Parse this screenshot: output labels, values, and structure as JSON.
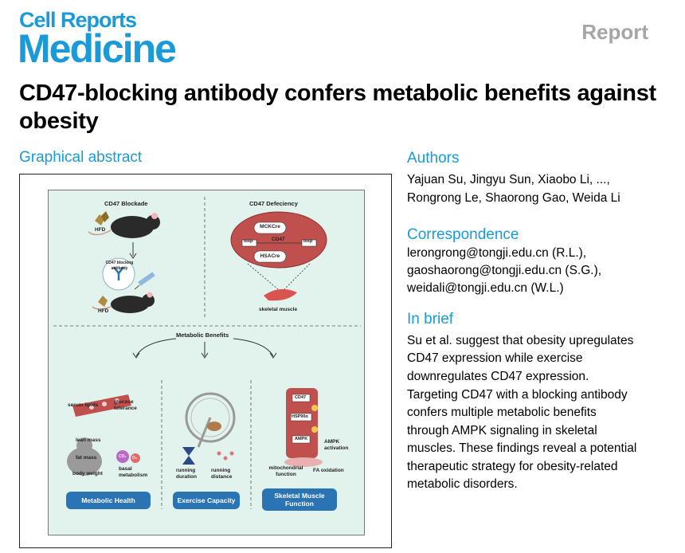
{
  "journal": {
    "line1": "Cell Reports",
    "line2": "Medicine"
  },
  "article_type": "Report",
  "title": "CD47-blocking antibody confers metabolic benefits against obesity",
  "graphical_abstract": {
    "heading": "Graphical abstract",
    "blockade_title": "CD47 Blockade",
    "deficiency_title": "CD47 Defeciency",
    "hfd_top": "HFD",
    "hfd_bottom": "HFD",
    "antibody_label": "CD47 blocking antibody",
    "mckcre": "MCKCre",
    "loxp_left": "loxp",
    "cd47": "CD47",
    "loxp_right": "loxp",
    "hsacre": "HSACre",
    "skeletal_muscle": "skeletal muscle",
    "metabolic_benefits": "Metabolic Benefits",
    "serum_lipids": "serum lipids",
    "glucose_tolerance": "glucose tolerance",
    "lean_mass": "lean mass",
    "fat_mass": "fat mass",
    "body_weight": "body weight",
    "co2": "CO₂",
    "o2": "O₂",
    "basal_metabolism": "basal metabolism",
    "running_duration": "running duration",
    "running_distance": "running distance",
    "cd47_muscle": "CD47",
    "hsp90a": "HSP90α",
    "ampk": "AMPK",
    "ampk_activation": "AMPK activation",
    "mito_function": "mitochondrial function",
    "fa_oxidation": "FA oxidation",
    "pill_health": "Metabolic Health",
    "pill_exercise": "Exercise Capacity",
    "pill_muscle": "Skeletal Muscle Function"
  },
  "authors": {
    "heading": "Authors",
    "line1": "Yajuan Su, Jingyu Sun, Xiaobo Li, ...,",
    "line2": "Rongrong Le, Shaorong Gao, Weida Li"
  },
  "correspondence": {
    "heading": "Correspondence",
    "line1": "lerongrong@tongji.edu.cn (R.L.),",
    "line2": "gaoshaorong@tongji.edu.cn (S.G.),",
    "line3": "weidali@tongji.edu.cn (W.L.)"
  },
  "in_brief": {
    "heading": "In brief",
    "lines": [
      "Su et al. suggest that obesity upregulates",
      "CD47 expression while exercise",
      "downregulates CD47 expression.",
      "Targeting CD47 with a blocking antibody",
      "confers multiple metabolic benefits",
      "through AMPK signaling in skeletal",
      "muscles. These findings reveal a potential",
      "therapeutic strategy for obesity-related",
      "metabolic disorders."
    ]
  },
  "colors": {
    "accent": "#1a9ad6",
    "report_gray": "#a6a6a6",
    "panel_bg": "#e2f2ed",
    "pill_blue": "#2a73b5",
    "muscle_red": "#c0504d"
  }
}
